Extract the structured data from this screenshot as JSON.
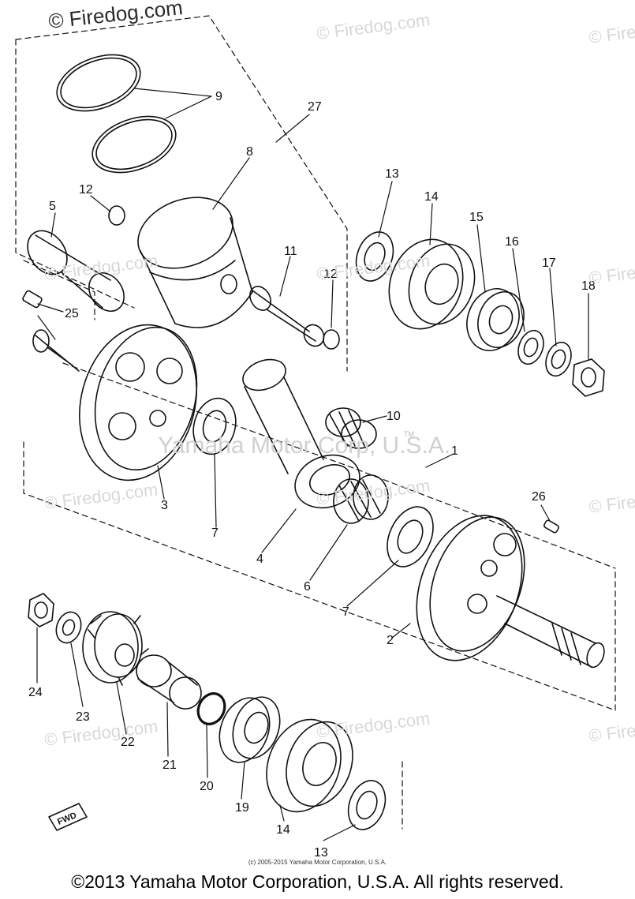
{
  "watermarks": {
    "main": "© Firedog.com",
    "faint": "© Firedog.com",
    "center": "Yamaha Motor Corp, U.S.A.",
    "tm": "TM"
  },
  "labels": [
    {
      "id": "9",
      "text": "9"
    },
    {
      "id": "27",
      "text": "27"
    },
    {
      "id": "8",
      "text": "8"
    },
    {
      "id": "12a",
      "text": "12"
    },
    {
      "id": "5",
      "text": "5"
    },
    {
      "id": "13a",
      "text": "13"
    },
    {
      "id": "14a",
      "text": "14"
    },
    {
      "id": "15",
      "text": "15"
    },
    {
      "id": "16",
      "text": "16"
    },
    {
      "id": "17",
      "text": "17"
    },
    {
      "id": "18",
      "text": "18"
    },
    {
      "id": "11",
      "text": "11"
    },
    {
      "id": "12b",
      "text": "12"
    },
    {
      "id": "25",
      "text": "25"
    },
    {
      "id": "10",
      "text": "10"
    },
    {
      "id": "1",
      "text": "1"
    },
    {
      "id": "3",
      "text": "3"
    },
    {
      "id": "7a",
      "text": "7"
    },
    {
      "id": "26",
      "text": "26"
    },
    {
      "id": "4",
      "text": "4"
    },
    {
      "id": "6",
      "text": "6"
    },
    {
      "id": "7b",
      "text": "7"
    },
    {
      "id": "2",
      "text": "2"
    },
    {
      "id": "24",
      "text": "24"
    },
    {
      "id": "23",
      "text": "23"
    },
    {
      "id": "22",
      "text": "22"
    },
    {
      "id": "21",
      "text": "21"
    },
    {
      "id": "20",
      "text": "20"
    },
    {
      "id": "19",
      "text": "19"
    },
    {
      "id": "14b",
      "text": "14"
    },
    {
      "id": "13b",
      "text": "13"
    }
  ],
  "fwd_label": "FWD",
  "small_copyright": "(c) 2005-2015 Yamaha Motor Corporation, U.S.A.",
  "footer": "©2013 Yamaha Motor Corporation, U.S.A. All rights reserved."
}
